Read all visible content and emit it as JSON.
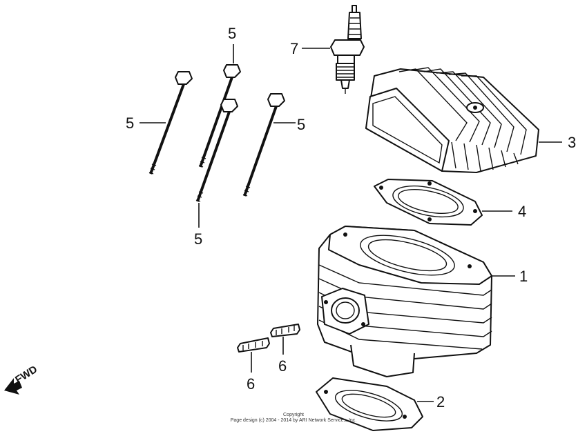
{
  "callouts": {
    "cylinder": "1",
    "lower_gasket": "2",
    "cylinder_head": "3",
    "head_gasket": "4",
    "bolt_top": "5",
    "bolt_left": "5",
    "bolt_right": "5",
    "bolt_bottom": "5",
    "dowel_left": "6",
    "dowel_right": "6",
    "spark_plug": "7"
  },
  "direction_label": "FWD",
  "copyright": {
    "line1": "Copyright",
    "line2": "Page design (c) 2004 - 2014 by ARI Network Services, Inc."
  },
  "colors": {
    "ink": "#111111",
    "background": "#ffffff"
  }
}
